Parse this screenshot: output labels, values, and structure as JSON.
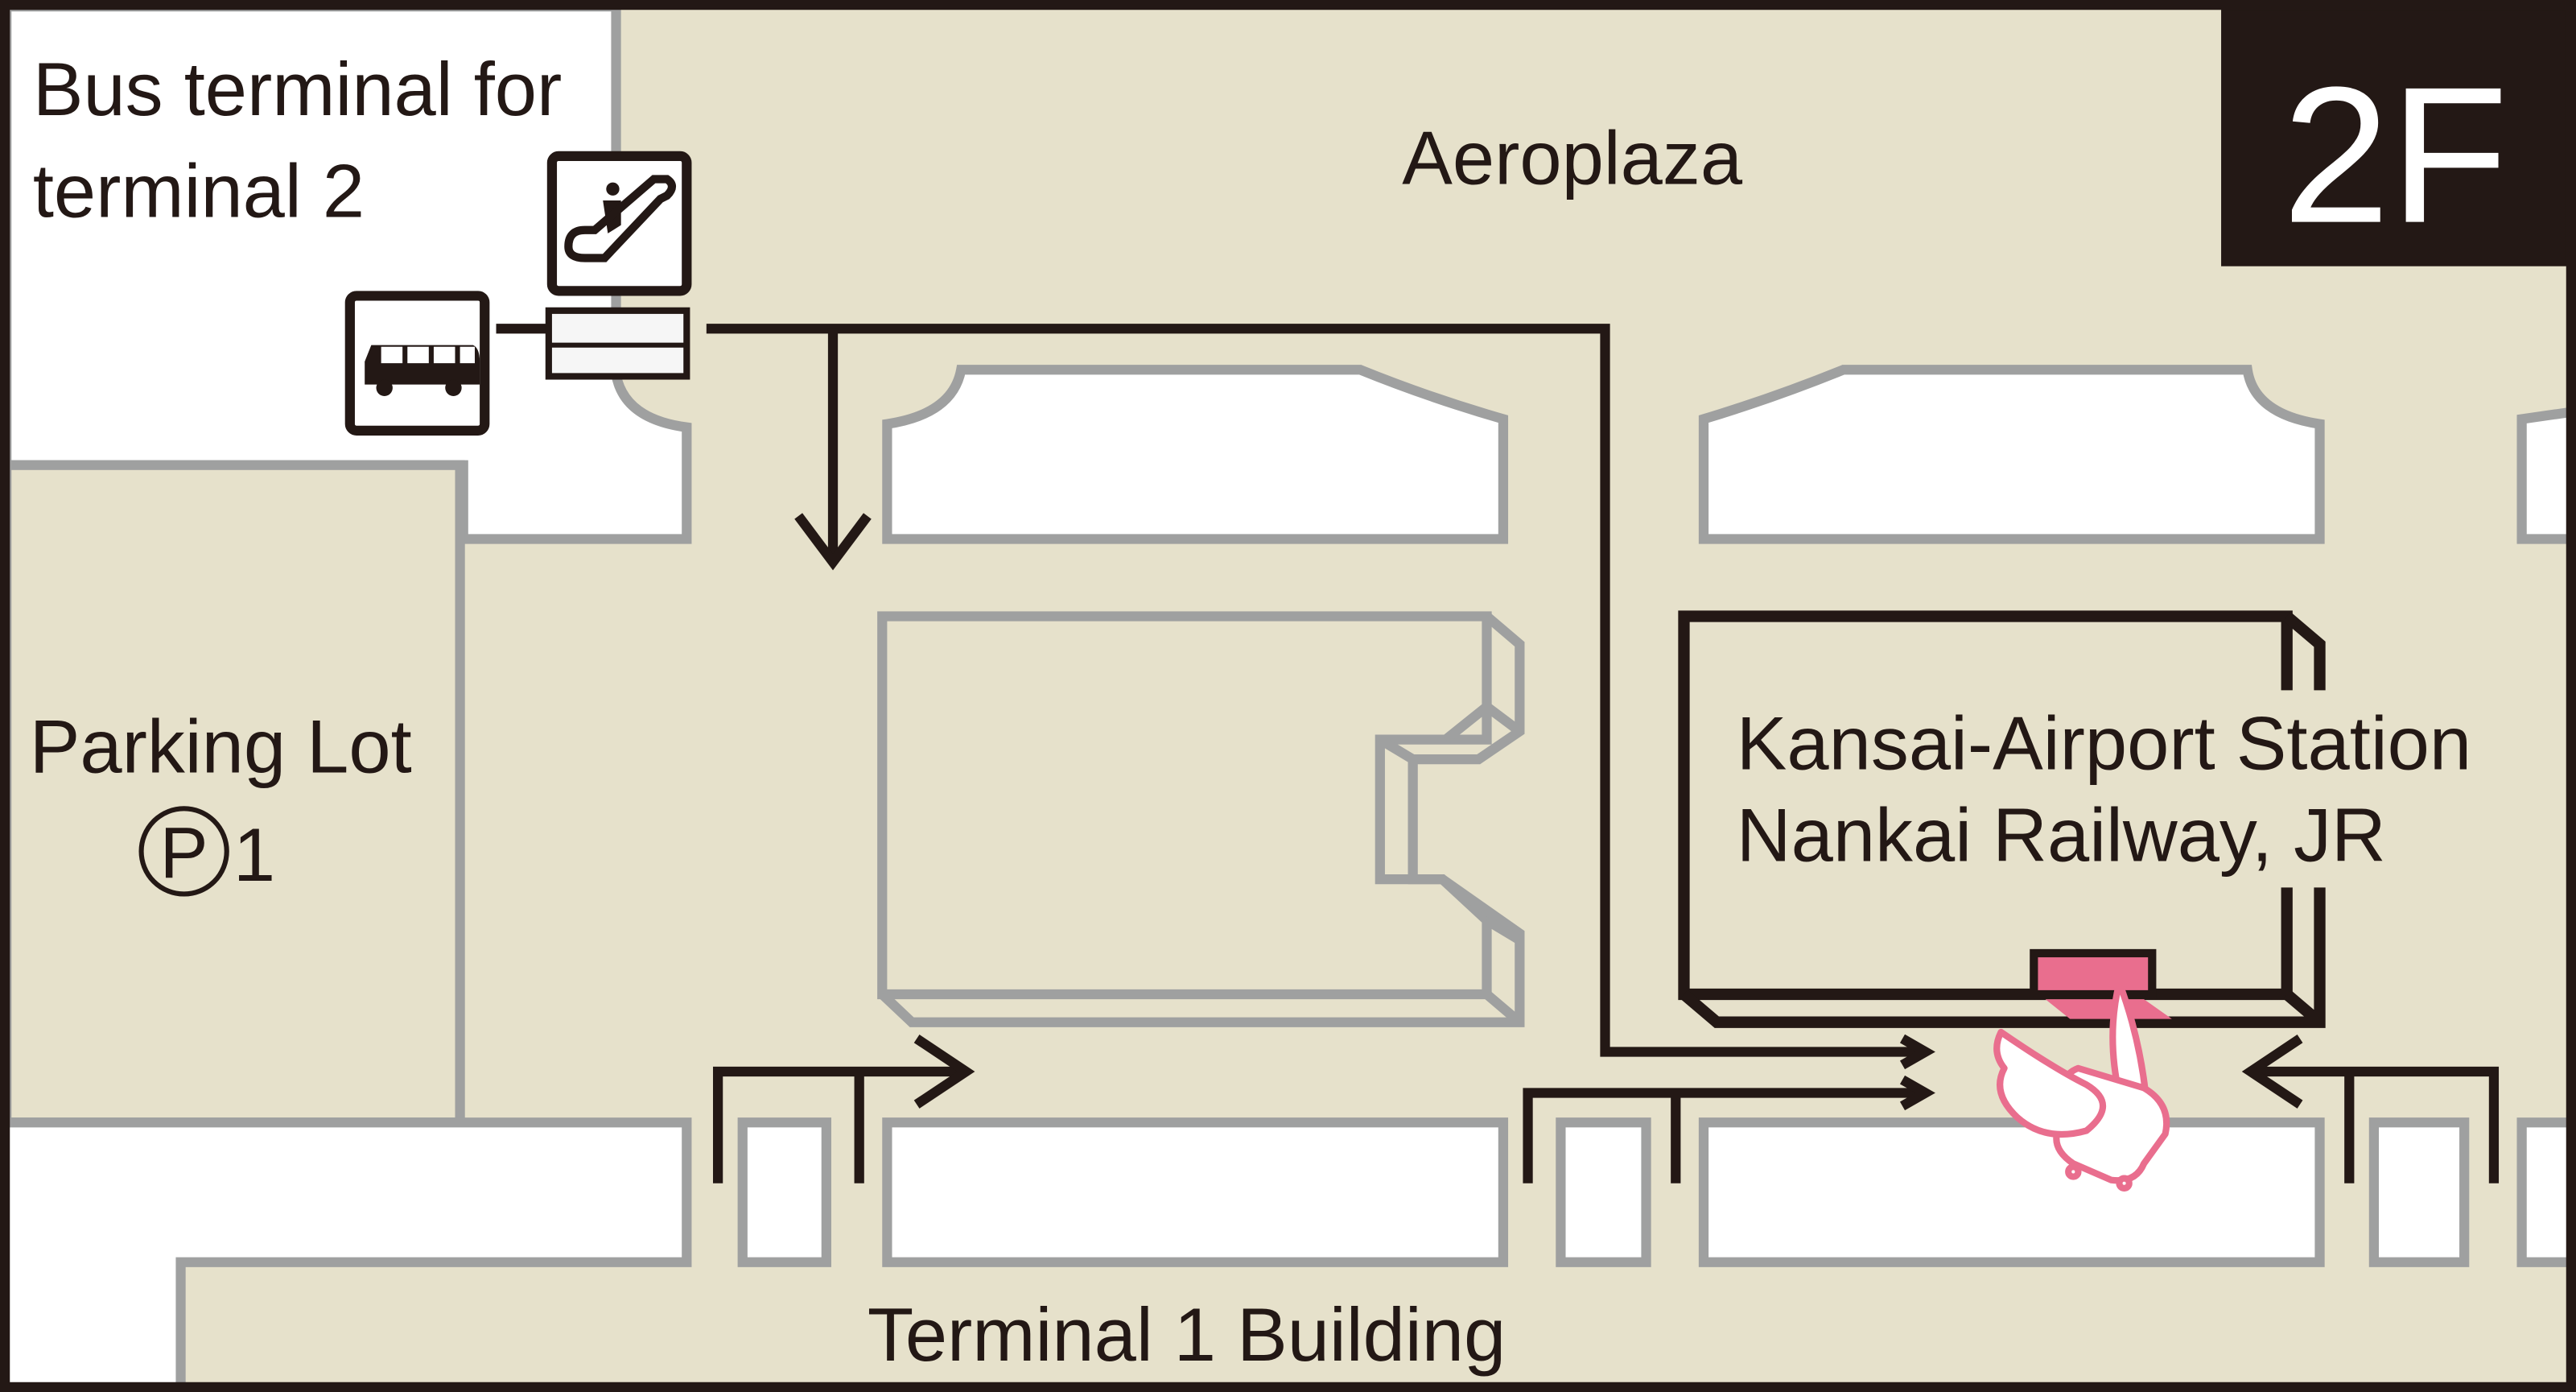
{
  "floor_label": "2F",
  "areas": {
    "bus_terminal": [
      "Bus terminal for",
      "terminal 2"
    ],
    "aeroplaza": "Aeroplaza",
    "parking": {
      "name": "Parking Lot",
      "symbol": "P",
      "number": "1"
    },
    "station": [
      "Kansai-Airport Station",
      "Nankai Railway, JR"
    ],
    "terminal": "Terminal 1 Building"
  },
  "icons": [
    "bus-icon",
    "escalator-icon",
    "mascot-suitcase-icon"
  ],
  "colors": {
    "floor": "#e6e1cb",
    "wall": "#9fa0a0",
    "route": "#231815",
    "highlight": "#e96e8e"
  }
}
